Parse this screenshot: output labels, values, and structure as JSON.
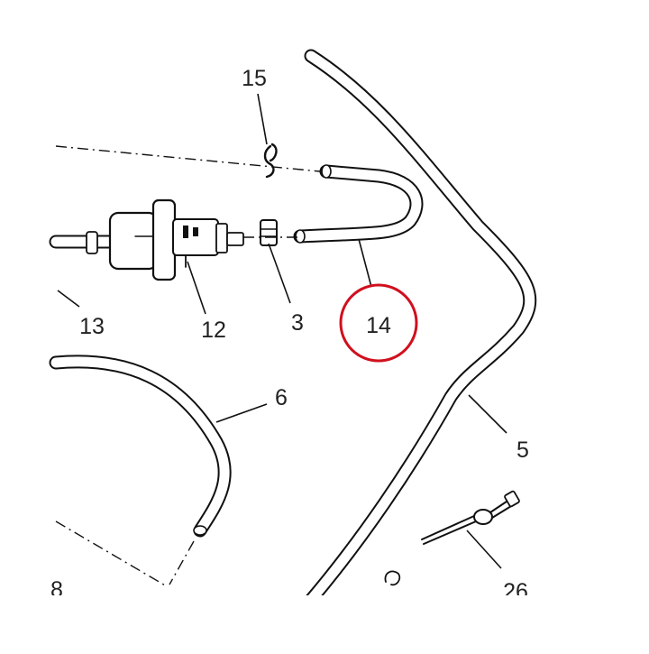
{
  "diagram": {
    "callouts": [
      {
        "id": "15",
        "label": "15"
      },
      {
        "id": "13",
        "label": "13"
      },
      {
        "id": "12",
        "label": "12"
      },
      {
        "id": "3",
        "label": "3"
      },
      {
        "id": "14",
        "label": "14",
        "highlighted": true
      },
      {
        "id": "6",
        "label": "6"
      },
      {
        "id": "5",
        "label": "5"
      },
      {
        "id": "26",
        "label": "26"
      },
      {
        "id": "8-partial",
        "label": "8"
      }
    ],
    "highlight_color": "#d0101e"
  }
}
